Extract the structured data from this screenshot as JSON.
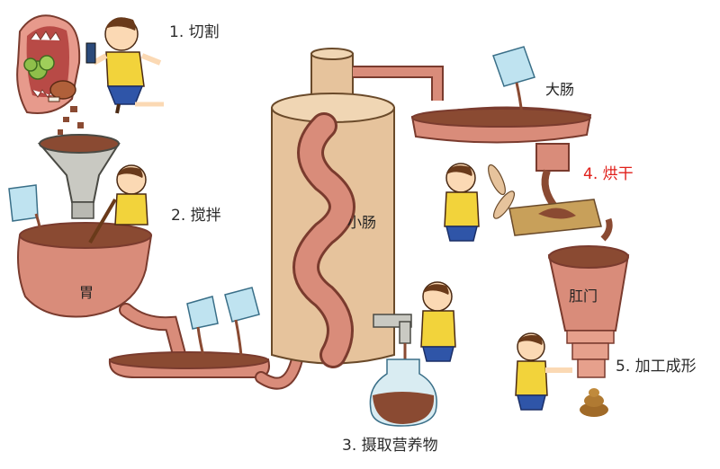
{
  "steps": {
    "cut": "1. 切割",
    "stir": "2. 搅拌",
    "absorb": "3. 摄取营养物",
    "dry": "4. 烘干",
    "shape": "5. 加工成形"
  },
  "organs": {
    "stomach": "胃",
    "small_intestine": "小肠",
    "large_intestine": "大肠",
    "anus": "肛门"
  },
  "colors": {
    "highlight": "#e0201b",
    "organ_skin": "#d98c7a",
    "tower": "#e6c39c",
    "food": "#8a4a32",
    "shirt": "#f2d33b"
  }
}
